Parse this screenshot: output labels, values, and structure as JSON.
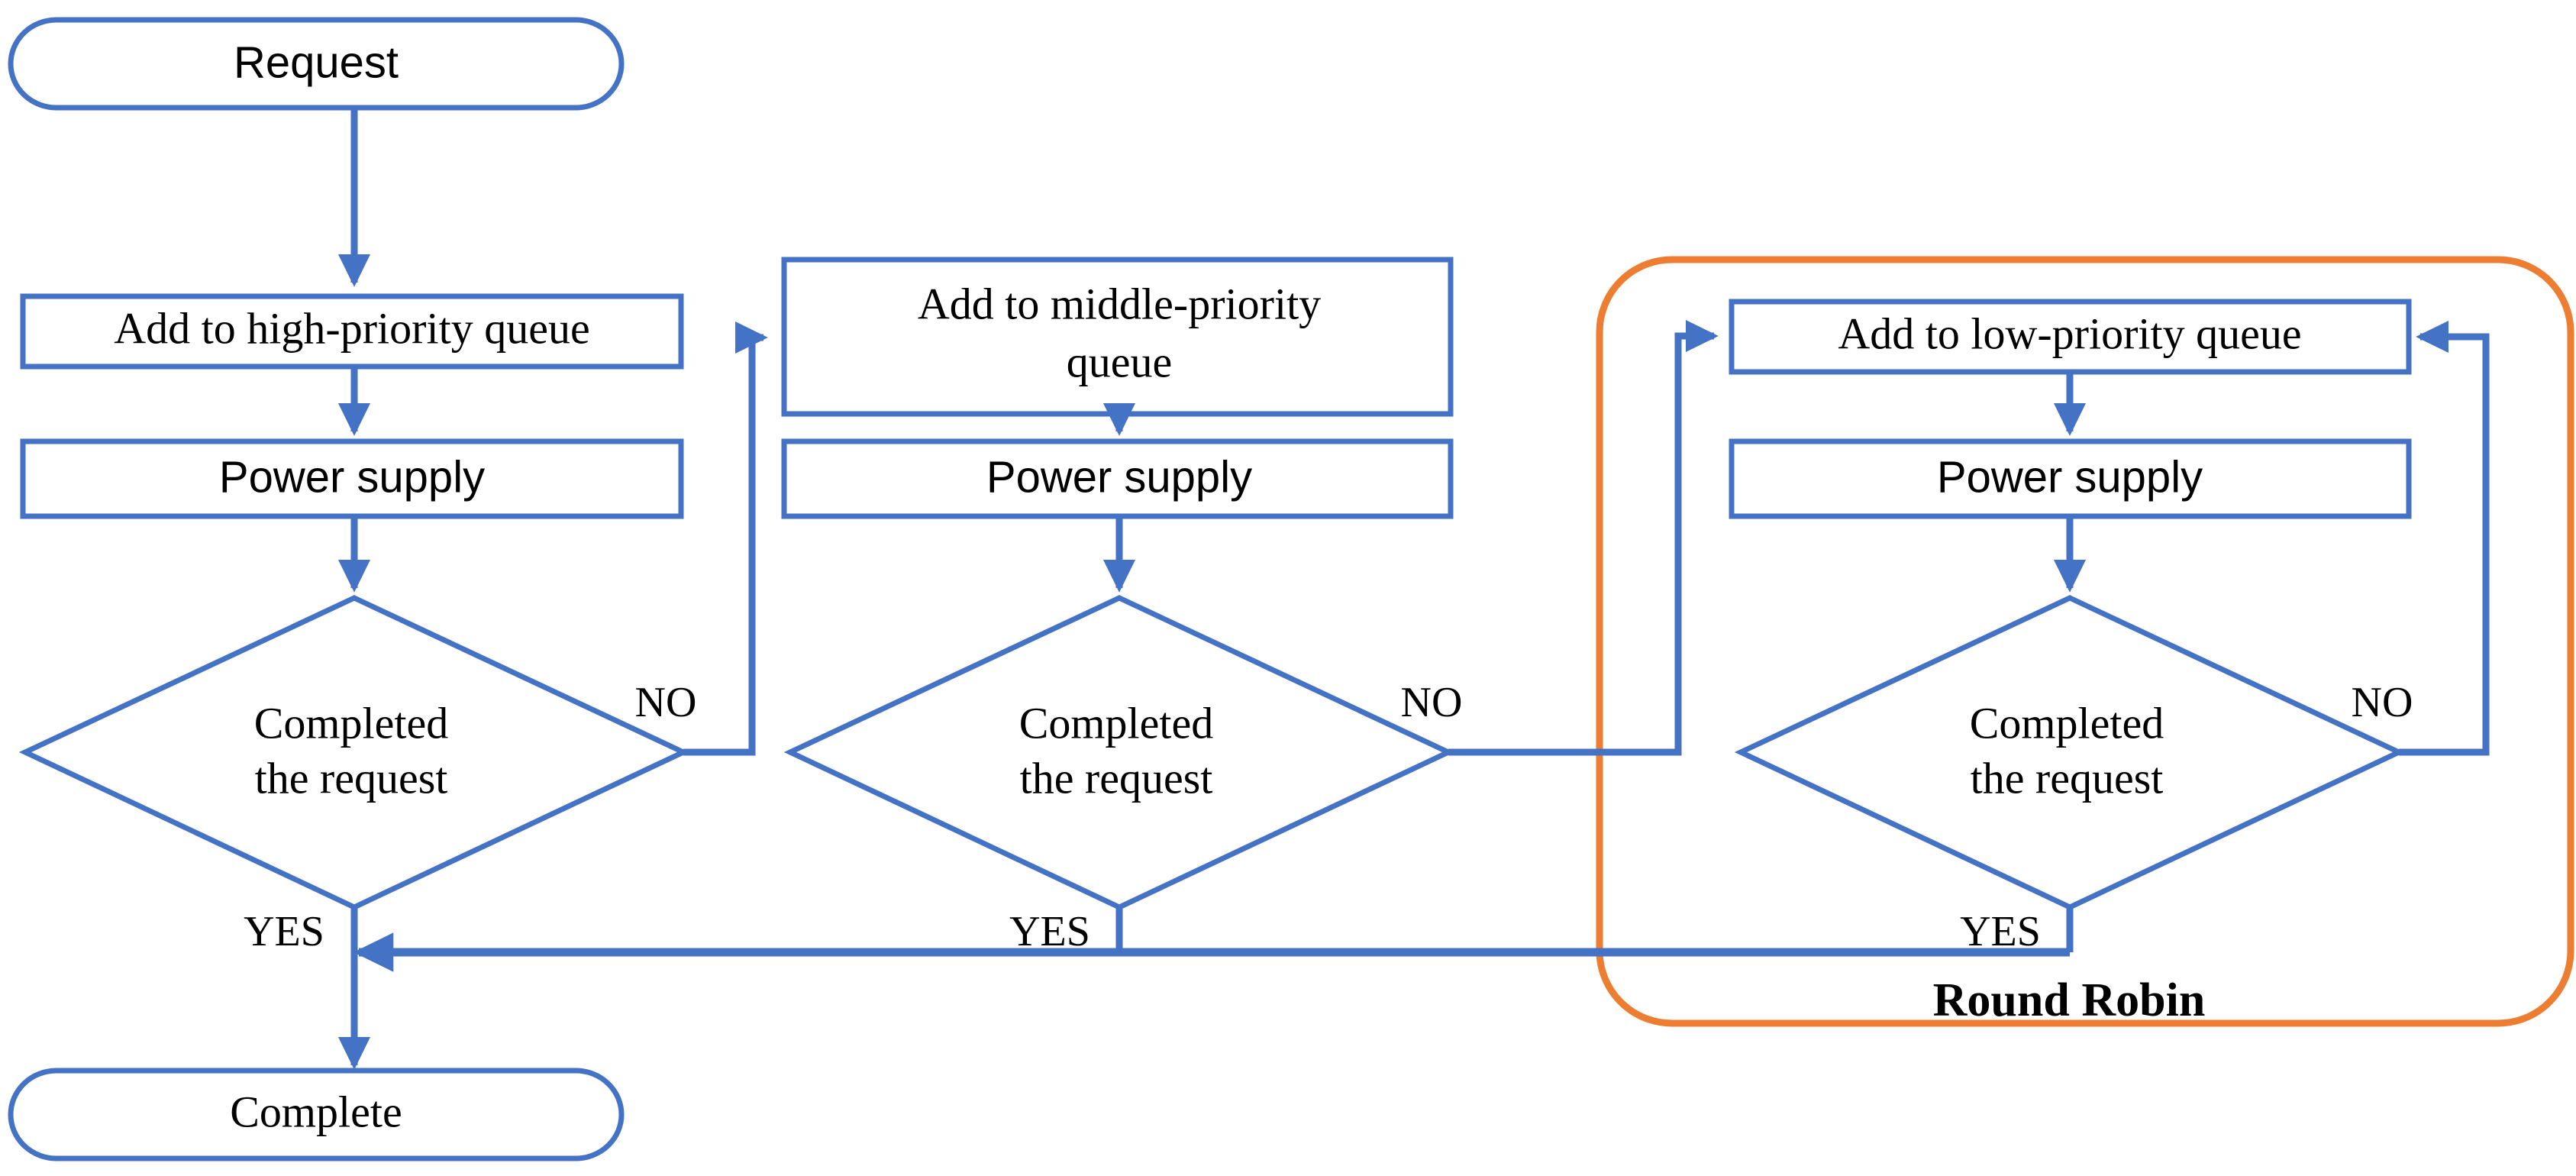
{
  "diagram": {
    "title": "Priority queue scheduling flowchart",
    "colors": {
      "flow_blue": "#4472C4",
      "group_orange": "#ED7D31",
      "text_black": "#000000",
      "background": "#FFFFFF"
    },
    "group": {
      "label": "Round Robin",
      "border_color": "#ED7D31"
    },
    "lanes": [
      {
        "id": "high",
        "start": {
          "label": "Request",
          "shape": "terminator"
        },
        "queue": {
          "label": "Add to high-priority queue",
          "shape": "process"
        },
        "power": {
          "label": "Power supply",
          "shape": "process"
        },
        "decision": {
          "line1": "Completed",
          "line2": "the request",
          "shape": "decision"
        },
        "yes_label": "YES",
        "no_label": "NO",
        "end": {
          "label": "Complete",
          "shape": "terminator"
        }
      },
      {
        "id": "middle",
        "queue": {
          "label_line1": "Add to middle-priority",
          "label_line2": "queue",
          "shape": "process"
        },
        "power": {
          "label": "Power supply",
          "shape": "process"
        },
        "decision": {
          "line1": "Completed",
          "line2": "the request",
          "shape": "decision"
        },
        "yes_label": "YES",
        "no_label": "NO"
      },
      {
        "id": "low",
        "queue": {
          "label": "Add to low-priority queue",
          "shape": "process"
        },
        "power": {
          "label": "Power supply",
          "shape": "process"
        },
        "decision": {
          "line1": "Completed",
          "line2": "the request",
          "shape": "decision"
        },
        "yes_label": "YES",
        "no_label": "NO"
      }
    ]
  }
}
